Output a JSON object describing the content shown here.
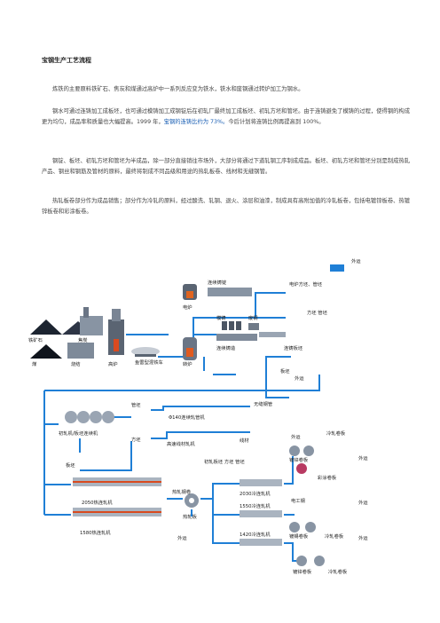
{
  "doc": {
    "title": "宝钢生产工艺流程",
    "p1": "炼铁的主要原料铁矿石、焦炭和煤通过高炉中一系列反应变为铁水，铁水和废钢通过转炉加工为钢水。",
    "p2_a": "钢水可通过连铸加工成板坯，也可通过模铸加工成钢锭后在初轧厂最终加工成板坯、初轧方坯和管坯。由于连铸避免了模铸的过程，使得钢的构成更为均匀，成品率和质量也大幅提高。1999 年，",
    "p2_b": "宝钢的连铸比约为 73%。",
    "p2_c": "今后计划将连铸比例再提高到 100%。",
    "p3": "钢锭、板坯、初轧方坯和管坯为半成品，除一部分直接销往市场外，大部分将通过下道轧钢工序制成成品。板坯、初轧方坯和管坯分别是制成热轧产品、钢丝和钢筋及管材的原料，最终将制成不同品级和用途的热轧板卷、线材和无缝钢管。",
    "p4": "热轧板卷部分作为成品销售；部分作为冷轧的原料，经过酸洗、轧钢、退火、涂层和油漆，制成具有高附加值的冷轧板卷，包括电镀锌板卷、热镀锌板卷和彩涂板卷。"
  },
  "diagram": {
    "iron_ore": "铁矿石",
    "coke": "焦炭",
    "coal": "煤",
    "sinter": "烧结",
    "blast_furnace": "高炉",
    "torpedo_car": "鱼雷型混铁车",
    "converter": "转炉",
    "electric_furnace": "电炉",
    "continuous_cast_top": "连续铸锭",
    "export_1": "外运",
    "round_square_tube": "电炉方坯、管坯",
    "billet_tube": "方坯 管坯",
    "ingot_casting": "模铸",
    "scrap": "废钢",
    "continuous_casting": "连续铸造",
    "cc_slab": "连铸板坯",
    "slab": "板坯",
    "export_2": "外运",
    "blooming_mill": "初轧机/板坯连续机",
    "tube_blank": "管坯",
    "pipe_mill": "Φ140连续轧管机",
    "seamless_pipe": "无缝钢管",
    "square_billet": "方坯",
    "wire_mill": "高速线材轧机",
    "wire_rod": "线材",
    "export_3": "外运",
    "blooming_products": "初轧板坯  方坯  管坯",
    "slab2": "板坯",
    "hot_mill_2050": "2050热连轧机",
    "hot_mill_1580": "1580热连轧机",
    "hot_strip": "热轧钢卷",
    "hot_coil": "热轧板",
    "export_4": "外运",
    "cold_mill_2030": "2030冷连轧机",
    "cold_mill_1550": "1550冷连轧机",
    "cold_mill_1420": "1420冷连轧机",
    "galv_coil": "镀锌卷板",
    "cold_coil_1": "冷轧卷板",
    "color_coil": "彩涂卷板",
    "export_5": "外运",
    "electro_galv": "电工钢",
    "hot_galv": "镀锡卷板",
    "cold_coil_2": "冷轧卷板",
    "export_6": "外运",
    "galv_coil_2": "镀锌卷板",
    "cold_coil_3": "冷轧卷板",
    "export_7": "外运"
  },
  "colors": {
    "flow": "#1f7fd6",
    "text": "#222222"
  }
}
